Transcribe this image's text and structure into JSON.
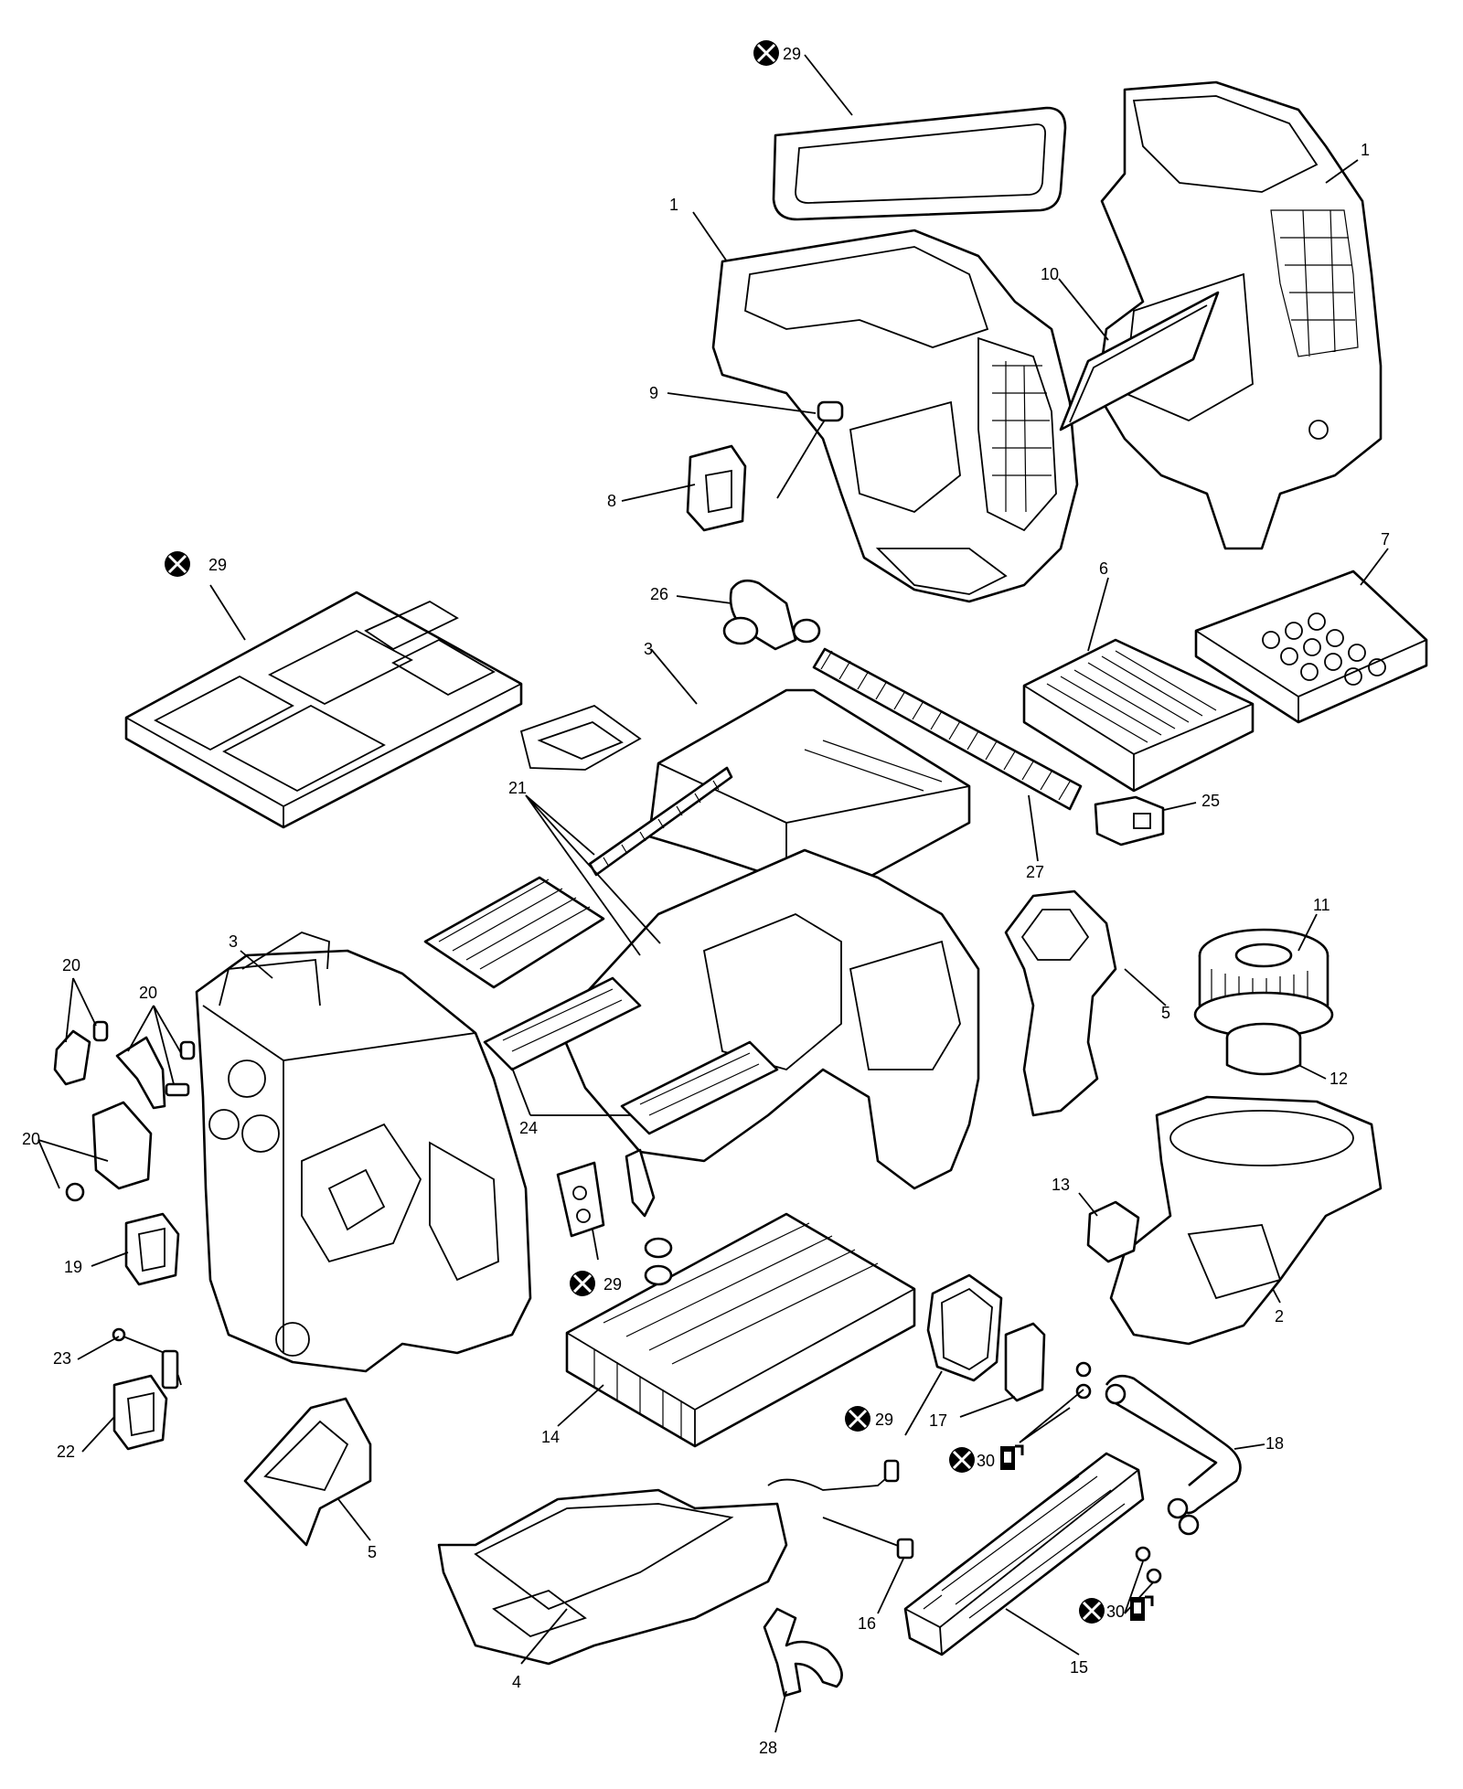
{
  "callouts": [
    {
      "id": "29-top",
      "text": "29",
      "replace": true
    },
    {
      "id": "1-left",
      "text": "1"
    },
    {
      "id": "1-right",
      "text": "1"
    },
    {
      "id": "10",
      "text": "10"
    },
    {
      "id": "9",
      "text": "9"
    },
    {
      "id": "8",
      "text": "8"
    },
    {
      "id": "26",
      "text": "26"
    },
    {
      "id": "6",
      "text": "6"
    },
    {
      "id": "7",
      "text": "7"
    },
    {
      "id": "29-left",
      "text": "29",
      "replace": true
    },
    {
      "id": "3-upper",
      "text": "3"
    },
    {
      "id": "25",
      "text": "25"
    },
    {
      "id": "27",
      "text": "27"
    },
    {
      "id": "21",
      "text": "21"
    },
    {
      "id": "3-lower",
      "text": "3"
    },
    {
      "id": "11",
      "text": "11"
    },
    {
      "id": "5-right",
      "text": "5"
    },
    {
      "id": "12",
      "text": "12"
    },
    {
      "id": "20-a",
      "text": "20"
    },
    {
      "id": "20-b",
      "text": "20"
    },
    {
      "id": "20-c",
      "text": "20"
    },
    {
      "id": "24",
      "text": "24"
    },
    {
      "id": "13",
      "text": "13"
    },
    {
      "id": "19",
      "text": "19"
    },
    {
      "id": "29-mid",
      "text": "29",
      "replace": true
    },
    {
      "id": "2",
      "text": "2"
    },
    {
      "id": "23",
      "text": "23"
    },
    {
      "id": "22",
      "text": "22"
    },
    {
      "id": "14",
      "text": "14"
    },
    {
      "id": "29-seal",
      "text": "29",
      "replace": true
    },
    {
      "id": "17",
      "text": "17"
    },
    {
      "id": "30-upper",
      "text": "30",
      "replace": true,
      "lube": true
    },
    {
      "id": "18",
      "text": "18"
    },
    {
      "id": "5-left",
      "text": "5"
    },
    {
      "id": "16",
      "text": "16"
    },
    {
      "id": "30-lower",
      "text": "30",
      "replace": true,
      "lube": true
    },
    {
      "id": "15",
      "text": "15"
    },
    {
      "id": "4",
      "text": "4"
    },
    {
      "id": "28",
      "text": "28"
    }
  ]
}
